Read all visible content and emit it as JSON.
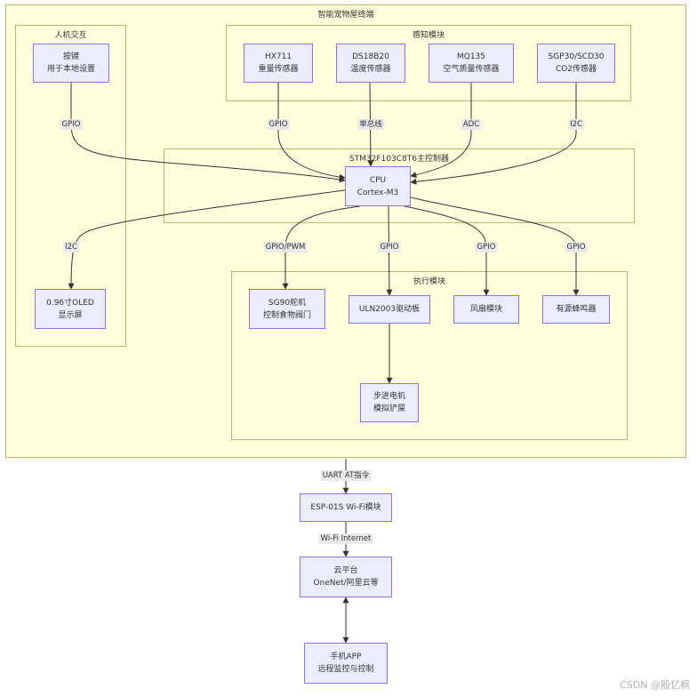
{
  "clusters": {
    "terminal": "智能宠物屋终端",
    "hmi": "人机交互",
    "sensing": "感知模块",
    "mcu": "STM32F103C8T6主控制器",
    "actuators": "执行模块"
  },
  "nodes": {
    "key": [
      "按键",
      "用于本地设置"
    ],
    "hx711": [
      "HX711",
      "重量传感器"
    ],
    "ds18b20": [
      "DS18B20",
      "温度传感器"
    ],
    "mq135": [
      "MQ135",
      "空气质量传感器"
    ],
    "sgp30": [
      "SGP30/SCD30",
      "CO2传感器"
    ],
    "cpu": [
      "CPU",
      "Cortex-M3"
    ],
    "oled": [
      "0.96寸OLED",
      "显示屏"
    ],
    "servo": [
      "SG90舵机",
      "控制食物阀门"
    ],
    "uln2003": [
      "ULN2003驱动板"
    ],
    "fan": [
      "风扇模块"
    ],
    "buzzer": [
      "有源蜂鸣器"
    ],
    "stepper": [
      "步进电机",
      "模拟铲屎"
    ],
    "esp": [
      "ESP-01S Wi-Fi模块"
    ],
    "cloud": [
      "云平台",
      "OneNet/阿里云等"
    ],
    "app": [
      "手机APP",
      "远程监控与控制"
    ]
  },
  "edge_labels": {
    "key_cpu": "GPIO",
    "hx711_cpu": "GPIO",
    "ds18b20_cpu": "单总线",
    "mq135_cpu": "ADC",
    "sgp30_cpu": "I2C",
    "cpu_oled": "I2C",
    "cpu_servo": "GPIO/PWM",
    "cpu_uln2003": "GPIO",
    "cpu_fan": "GPIO",
    "cpu_buzzer": "GPIO",
    "terminal_esp": "UART AT指令",
    "esp_cloud": "Wi-Fi Internet"
  },
  "watermark": "CSDN @殷忆枫",
  "colors": {
    "cluster_fill": "#ffffde",
    "cluster_border": "#b8b86a",
    "node_fill": "#ececff",
    "node_border": "#9370db",
    "edge": "#333333"
  }
}
